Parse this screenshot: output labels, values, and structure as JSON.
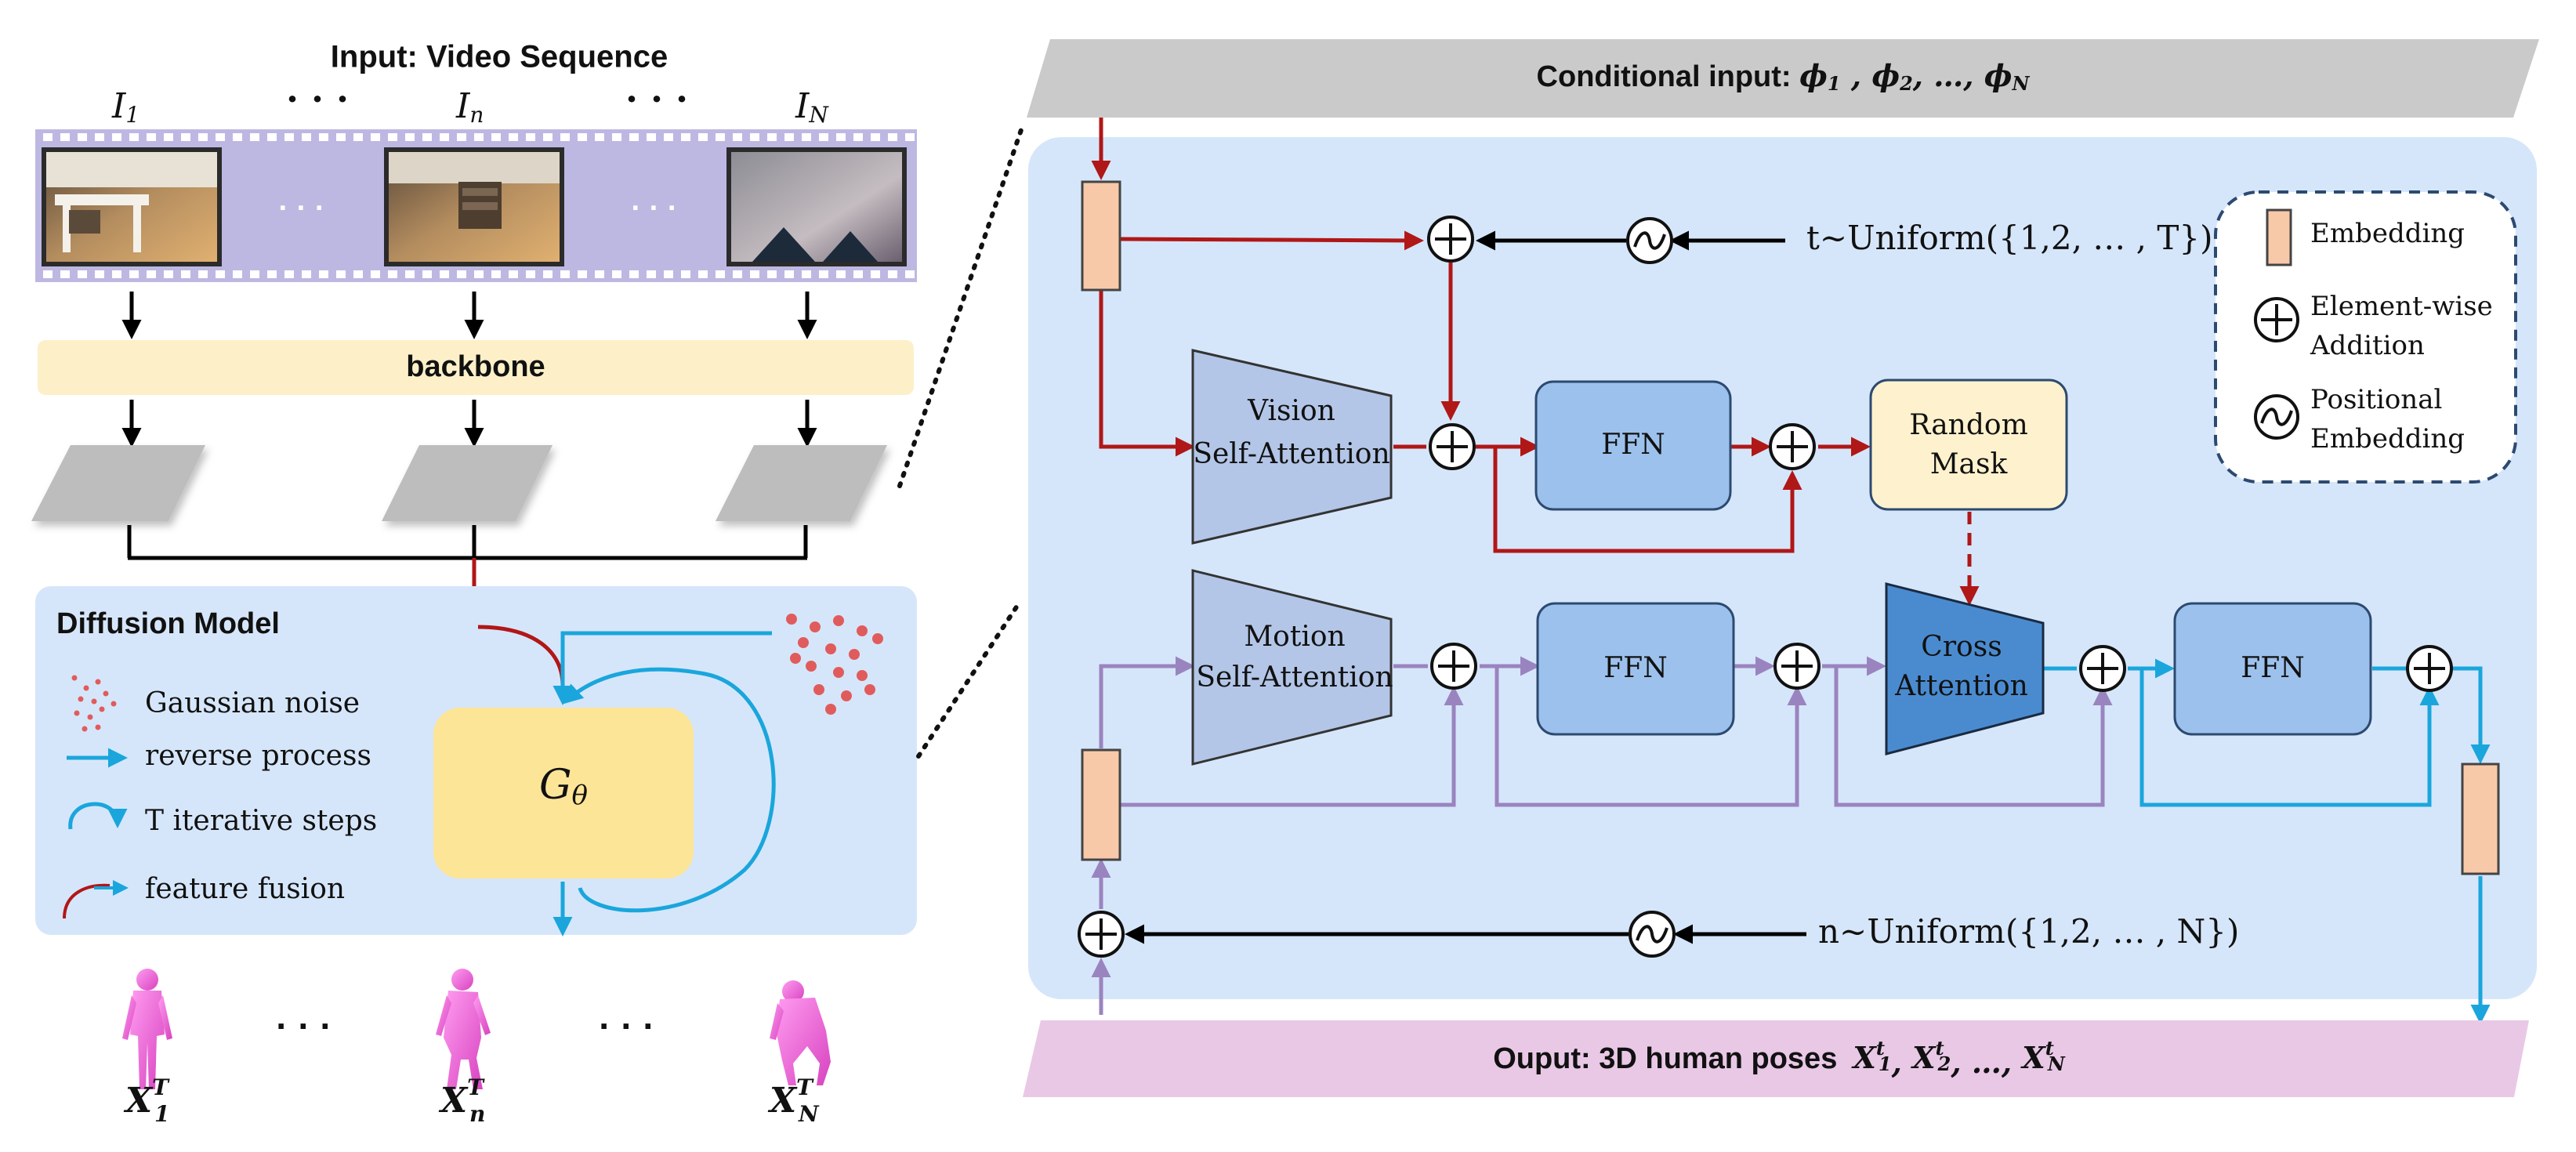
{
  "left": {
    "input_title": "Input: Video Sequence",
    "frame_labels": [
      "I₁",
      "Iₙ",
      "Iɴ"
    ],
    "frame_label_parts": [
      {
        "base": "I",
        "sub": "1"
      },
      {
        "base": "I",
        "sub": "n"
      },
      {
        "base": "I",
        "sub": "N"
      }
    ],
    "ellipsis": "· · ·",
    "backbone_label": "backbone",
    "diffusion_title": "Diffusion Model",
    "legend": {
      "gaussian_noise": "Gaussian noise",
      "reverse_process": "reverse process",
      "iterative_steps": "T iterative steps",
      "feature_fusion": "feature fusion"
    },
    "model_symbol": {
      "base": "G",
      "sub": "θ"
    },
    "output_labels": [
      {
        "base": "X",
        "sub": "1",
        "sup": "T"
      },
      {
        "base": "X",
        "sub": "n",
        "sup": "T"
      },
      {
        "base": "X",
        "sub": "N",
        "sup": "T"
      }
    ]
  },
  "right": {
    "conditional_input_prefix": "Conditional input: ",
    "conditional_input_math": "ϕ₁ , ϕ₂, …, ϕ_N",
    "t_sample": "t∼Uniform({1,2, … , T})",
    "n_sample": "n∼Uniform({1,2, … , N})",
    "vision_sa": [
      "Vision",
      "Self-Attention"
    ],
    "motion_sa": [
      "Motion",
      "Self-Attention"
    ],
    "ffn_label": "FFN",
    "random_mask": [
      "Random",
      "Mask"
    ],
    "cross_attention": [
      "Cross",
      "Attention"
    ],
    "legend": {
      "embedding": "Embedding",
      "addition": [
        "Element-wise",
        "Addition"
      ],
      "positional": [
        "Positional",
        "Embedding"
      ]
    },
    "output_prefix": "Ouput: 3D human poses",
    "output_math": "X₁ᵗ, X₂ᵗ, …, X_Nᵗ"
  },
  "colors": {
    "red_flow": "#b01717",
    "purple_flow": "#9a84bf",
    "cyan_flow": "#1aa6dc",
    "panel_bg": "#d6e6fa",
    "ffn_fill": "#9cc1ec",
    "cross_fill": "#4a8bd0",
    "attn_fill": "#b3c6e7",
    "mask_fill": "#fdf2cd",
    "embed_fill": "#f8c9a8",
    "backbone_fill": "#fdf0c8",
    "gtheta_fill": "#fde597",
    "top_bar": "#cacaca",
    "bottom_bar": "#e9c8e6",
    "film_strip": "#bdb8e2"
  }
}
